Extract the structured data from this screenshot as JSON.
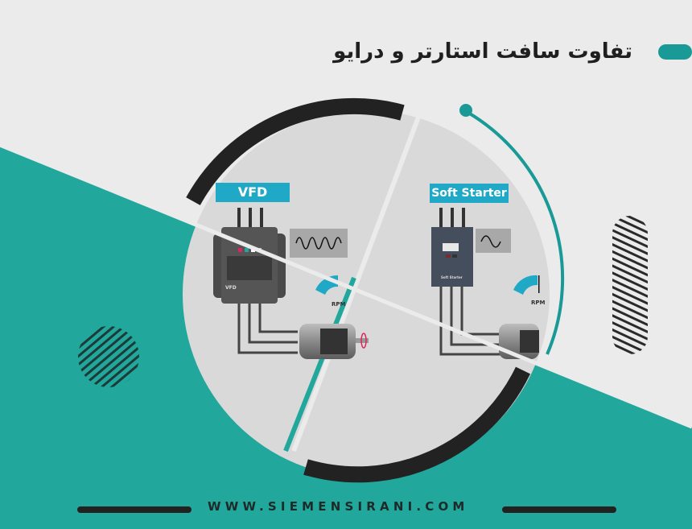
{
  "header": {
    "title": "تفاوت سافت استارتر و درایو",
    "accent_color": "#1a9a96"
  },
  "diagram": {
    "left_panel": {
      "label": "VFD",
      "device_caption": "VFD",
      "waveform": "high-frequency sine",
      "gauge_label": "RPM"
    },
    "right_panel": {
      "label": "Soft Starter",
      "device_caption": "Soft Starter",
      "waveform": "single sine",
      "gauge_label": "RPM"
    },
    "colors": {
      "background": "#ebebeb",
      "teal": "#21a79b",
      "label_blue": "#20a9c7",
      "dark_arc": "#222222",
      "circle_fill": "#d9d9d9"
    }
  },
  "footer": {
    "url": "WWW.SIEMENSIRANI.COM"
  }
}
